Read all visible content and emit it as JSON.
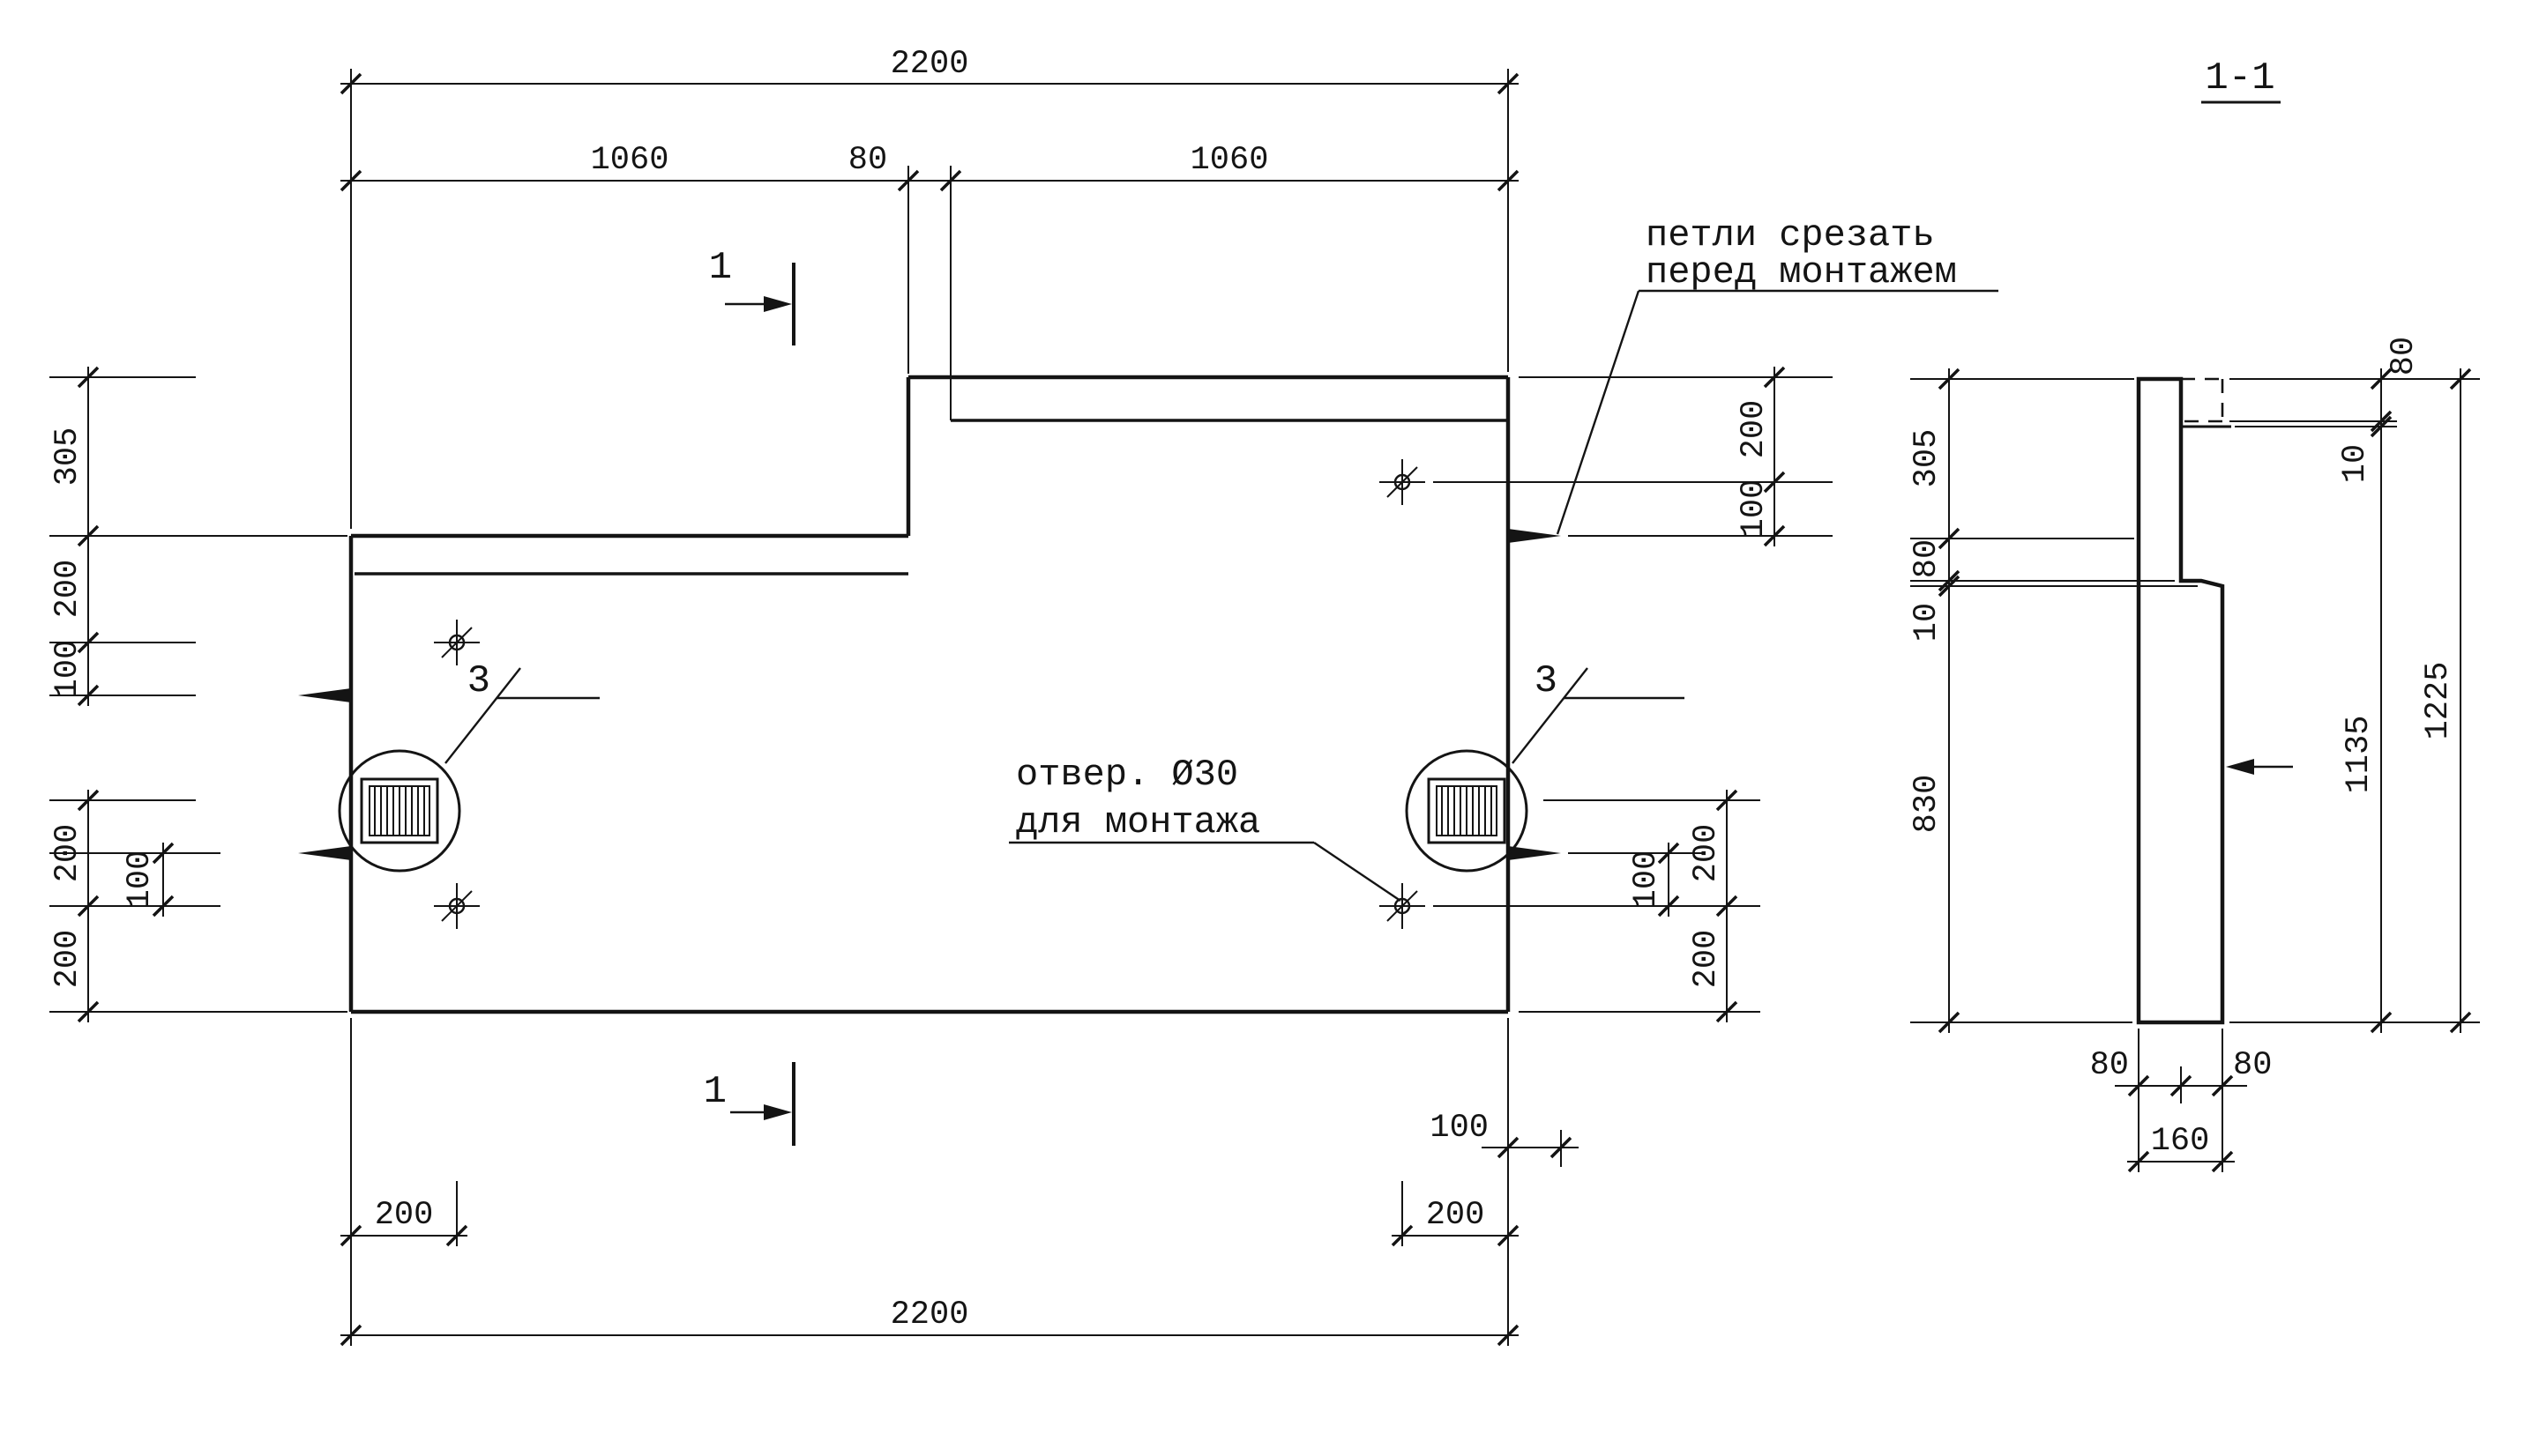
{
  "drawing": {
    "section_title": "1-1",
    "marker_top": "1",
    "marker_bottom": "1",
    "detail_left": "3",
    "detail_right": "3",
    "callout_loops": {
      "line1": "петли срезать",
      "line2": "перед монтажем"
    },
    "callout_hole": {
      "line1": "отвер. Ø30",
      "line2": "для монтажа"
    },
    "line_color": "#141414"
  },
  "plan_dims": {
    "top_overall": "2200",
    "top_1060_left": "1060",
    "top_80": "80",
    "top_1060_right": "1060",
    "left_305": "305",
    "left_200": "200",
    "left_100": "100",
    "left_low_200a": "200",
    "left_low_200b": "200",
    "left_low_100": "100",
    "right_200": "200",
    "right_100": "100",
    "right_low_200a": "200",
    "right_low_200b": "200",
    "right_low_100": "100",
    "bottom_200_left": "200",
    "bottom_200_right": "200",
    "bottom_100_loop": "100",
    "bottom_overall": "2200"
  },
  "section_dims": {
    "left_305": "305",
    "left_80": "80",
    "left_10": "10",
    "left_830": "830",
    "right_80": "80",
    "right_10": "10",
    "right_1135": "1135",
    "right_1225": "1225",
    "bottom_80_left": "80",
    "bottom_80_right": "80",
    "bottom_160": "160"
  }
}
